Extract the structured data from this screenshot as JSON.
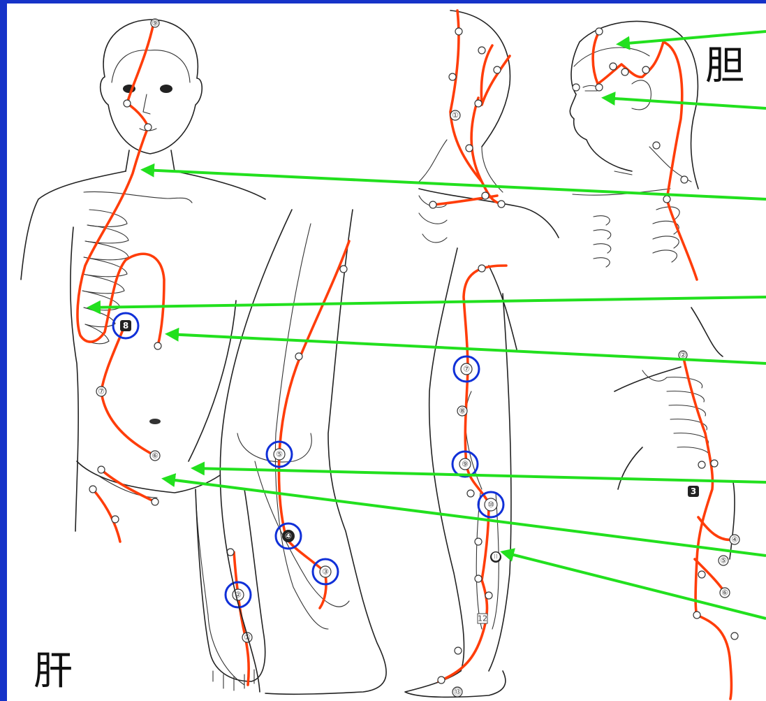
{
  "labels": {
    "gallbladder": "胆",
    "liver": "肝"
  },
  "point_numbers": {
    "p1": "①",
    "p2": "②",
    "p3": "③",
    "p4": "④",
    "p5": "⑤",
    "p6": "⑥",
    "p7": "⑦",
    "p8": "⑧",
    "p9": "⑨",
    "p10": "⑩",
    "p11": "⓫",
    "p12": "12",
    "p13": "⑬",
    "sq3": "3",
    "sq8": "8"
  },
  "colors": {
    "background_frame": "#1633c8",
    "meridian_line": "#ff3d0a",
    "pointer_arrow": "#22e01e",
    "highlight_ring": "#1030d8"
  }
}
